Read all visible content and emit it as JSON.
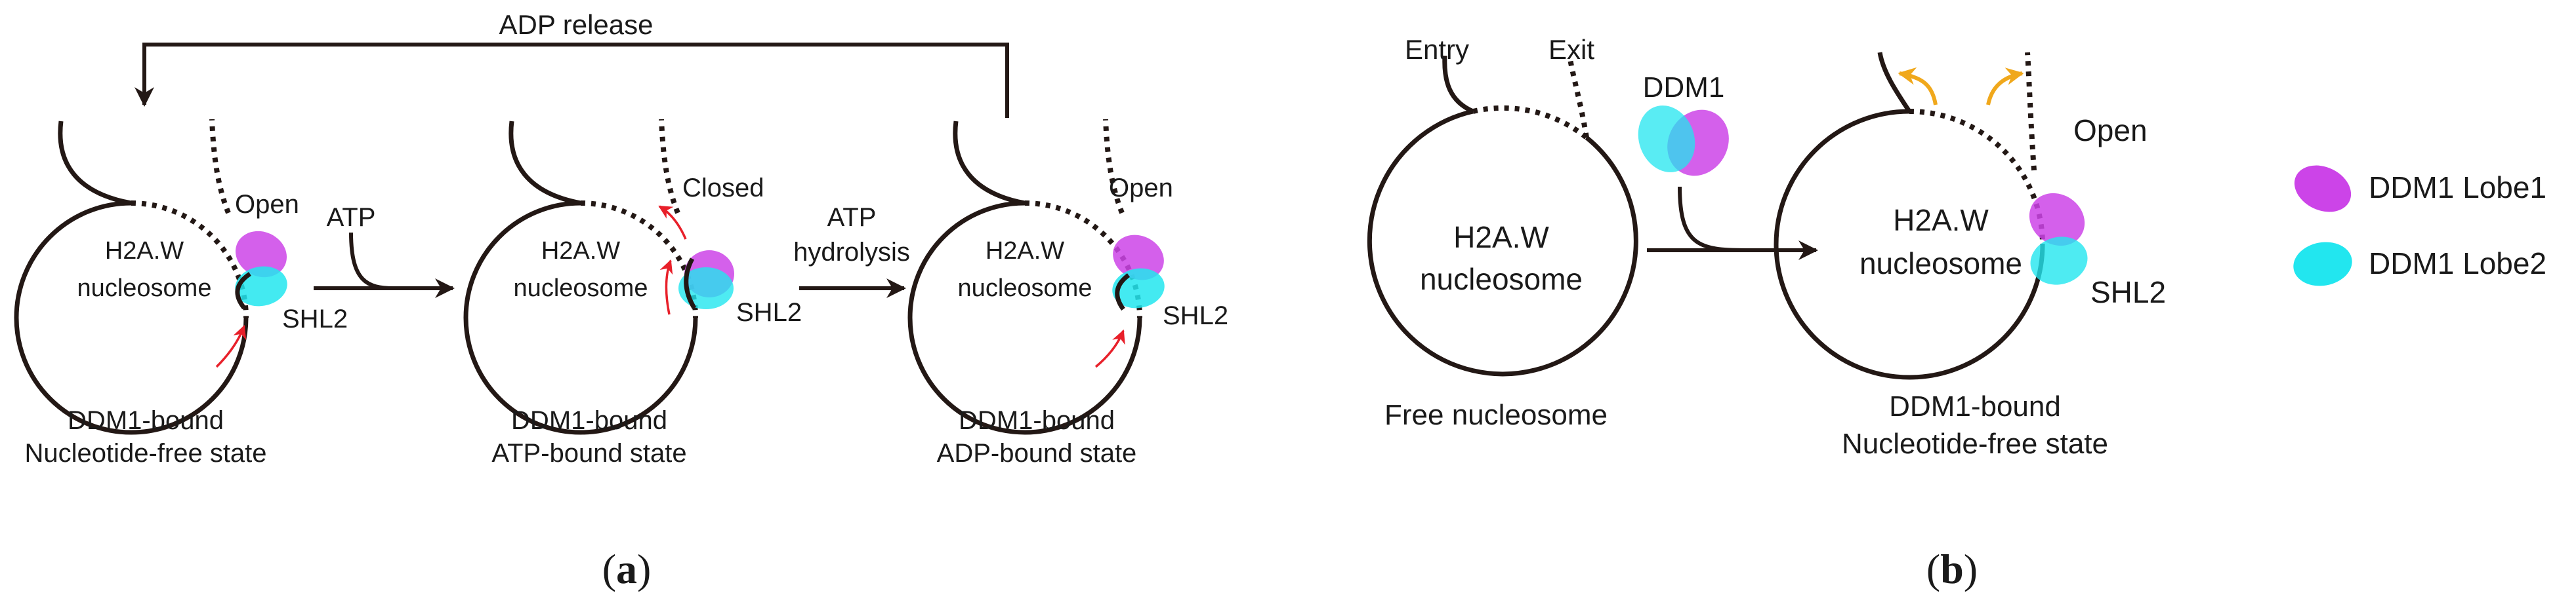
{
  "panel_a": {
    "top_arrow_label": "ADP release",
    "states": [
      {
        "nucleosome_line1": "H2A.W",
        "nucleosome_line2": "nucleosome",
        "state_label": "Open",
        "site_label": "SHL2",
        "caption_line1": "DDM1-bound",
        "caption_line2": "Nucleotide-free state"
      },
      {
        "nucleosome_line1": "H2A.W",
        "nucleosome_line2": "nucleosome",
        "state_label": "Closed",
        "site_label": "SHL2",
        "caption_line1": "DDM1-bound",
        "caption_line2": "ATP-bound state"
      },
      {
        "nucleosome_line1": "H2A.W",
        "nucleosome_line2": "nucleosome",
        "state_label": "Open",
        "site_label": "SHL2",
        "caption_line1": "DDM1-bound",
        "caption_line2": "ADP-bound state"
      }
    ],
    "transitions": [
      {
        "label_line1": "ATP",
        "label_line2": ""
      },
      {
        "label_line1": "ATP",
        "label_line2": "hydrolysis"
      }
    ],
    "panel_label_open": "(",
    "panel_label_letter": "a",
    "panel_label_close": ")"
  },
  "panel_b": {
    "entry_label": "Entry",
    "exit_label": "Exit",
    "free": {
      "nucleosome_line1": "H2A.W",
      "nucleosome_line2": "nucleosome",
      "caption": "Free nucleosome"
    },
    "ddm1_label": "DDM1",
    "bound": {
      "nucleosome_line1": "H2A.W",
      "nucleosome_line2": "nucleosome",
      "state_label": "Open",
      "site_label": "SHL2",
      "caption_line1": "DDM1-bound",
      "caption_line2": "Nucleotide-free state"
    },
    "legend": [
      {
        "label": "DDM1 Lobe1",
        "color": "#cc44e8"
      },
      {
        "label": "DDM1 Lobe2",
        "color": "#22e6ef"
      }
    ],
    "panel_label_open": "(",
    "panel_label_letter": "b",
    "panel_label_close": ")"
  },
  "colors": {
    "lobe1": "#cc44e8",
    "lobe2": "#22e6ef",
    "dna": "#231815",
    "red_arrow": "#e8202a",
    "yellow_arrow": "#f0a81c"
  }
}
